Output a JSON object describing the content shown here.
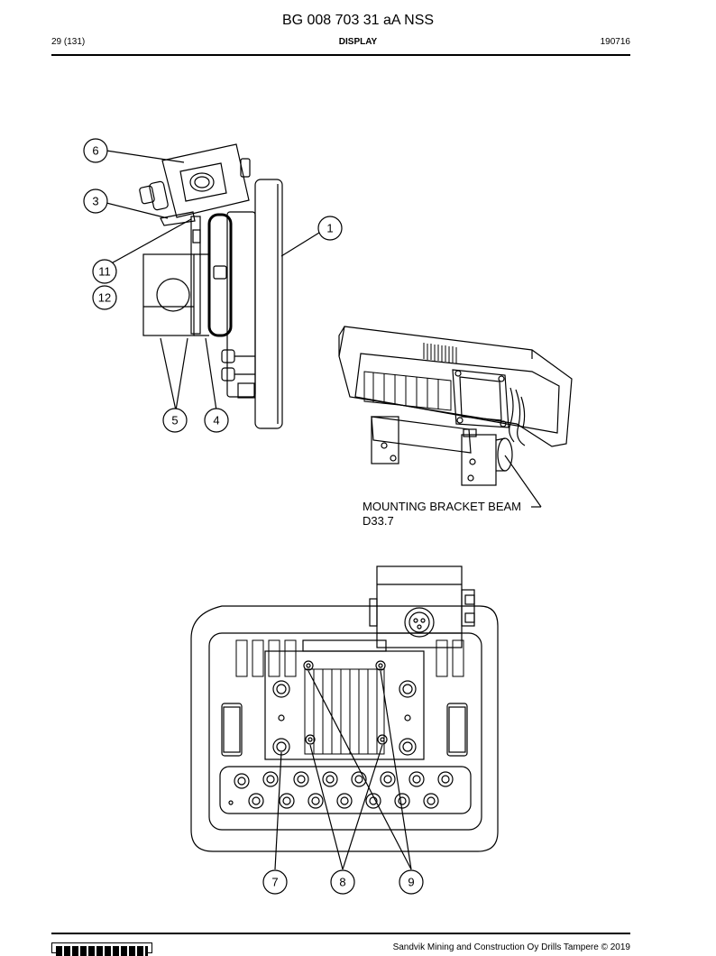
{
  "header": {
    "doc_id": "BG 008 703 31 aA NSS",
    "page": "29 (131)",
    "section": "DISPLAY",
    "date": "190716"
  },
  "figure": {
    "bracket_label_line1": "MOUNTING BRACKET BEAM",
    "bracket_label_line2": "D33.7",
    "callouts": [
      "6",
      "3",
      "1",
      "11",
      "12",
      "5",
      "4",
      "7",
      "8",
      "9"
    ]
  },
  "footer": {
    "copyright": "Sandvik Mining and Construction Oy Drills Tampere © 2019"
  }
}
